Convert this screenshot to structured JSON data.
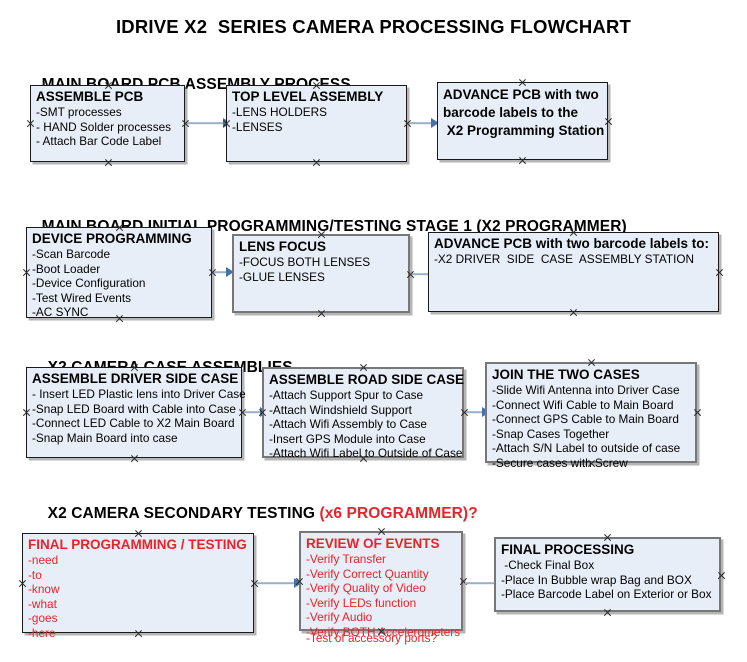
{
  "document": {
    "title": "IDRIVE X2  SERIES CAMERA PROCESSING FLOWCHART",
    "accent_color": "#e8232a",
    "box_fill": "#e8eef7",
    "arrow_color": "#4472a8"
  },
  "sections": [
    {
      "heading": "MAIN BOARD PCB ASSEMBLY PROCESS",
      "heading_accent": "",
      "nodes": [
        {
          "title": "ASSEMBLE PCB",
          "lines": [
            "-SMT processes",
            "- HAND Solder processes",
            "- Attach Bar Code Label"
          ]
        },
        {
          "title": "TOP LEVEL ASSEMBLY",
          "lines": [
            "-LENS HOLDERS",
            "-LENSES"
          ]
        },
        {
          "title": "ADVANCE PCB with two\nbarcode labels to the\n X2 Programming Station",
          "lines": []
        }
      ]
    },
    {
      "heading": "MAIN BOARD INITIAL PROGRAMMING/TESTING STAGE 1 (X2 PROGRAMMER)",
      "heading_accent": "",
      "nodes": [
        {
          "title": "DEVICE PROGRAMMING",
          "lines": [
            "-Scan Barcode",
            "-Boot Loader",
            "-Device Configuration",
            "-Test Wired Events",
            "-AC SYNC"
          ]
        },
        {
          "title": "LENS FOCUS",
          "lines": [
            "-FOCUS BOTH LENSES",
            "-GLUE LENSES"
          ]
        },
        {
          "title": "ADVANCE PCB with two barcode labels to:",
          "lines": [
            "-X2 DRIVER  SIDE  CASE  ASSEMBLY STATION"
          ]
        }
      ]
    },
    {
      "heading": "X2 CAMERA CASE ASSEMBLIES",
      "heading_accent": "",
      "nodes": [
        {
          "title": "ASSEMBLE DRIVER SIDE CASE",
          "lines": [
            "- Insert LED Plastic lens into Driver Case",
            "-Snap LED Board with Cable into Case",
            "-Connect LED Cable to X2 Main Board",
            "-Snap Main Board into case"
          ]
        },
        {
          "title": "ASSEMBLE ROAD SIDE CASE",
          "lines": [
            "-Attach Support Spur to Case",
            "-Attach Windshield Support",
            "-Attach Wifi Assembly to Case",
            "-Insert GPS Module into Case",
            "-Attach Wifi Label to Outside of Case"
          ]
        },
        {
          "title": "JOIN THE TWO CASES",
          "lines": [
            "-Slide Wifi Antenna into Driver Case",
            "-Connect Wifi Cable to Main Board",
            "-Connect GPS Cable to Main Board",
            "-Snap Cases Together",
            "-Attach S/N Label to outside of case",
            "-Secure cases with Screw"
          ]
        }
      ]
    },
    {
      "heading": "X2 CAMERA SECONDARY TESTING ",
      "heading_accent": "(x6 PROGRAMMER)?",
      "nodes": [
        {
          "title": "FINAL PROGRAMMING / TESTING",
          "lines": [
            "-need",
            "-to",
            "-know",
            "-what",
            "-goes",
            "-here"
          ]
        },
        {
          "title": "REVIEW OF EVENTS",
          "lines": [
            "-Verify Transfer",
            "-Verify Correct Quantity",
            "-Verify Quality of Video",
            "-Verify LEDs function",
            "-Verify Audio",
            "-Verify BOTH Accelerometers"
          ],
          "overflow_line": "-Test of accessory ports?"
        },
        {
          "title": "FINAL PROCESSING",
          "lines": [
            " -Check Final Box",
            "-Place In Bubble wrap Bag and BOX",
            "-Place Barcode Label on Exterior or Box"
          ]
        }
      ]
    }
  ]
}
